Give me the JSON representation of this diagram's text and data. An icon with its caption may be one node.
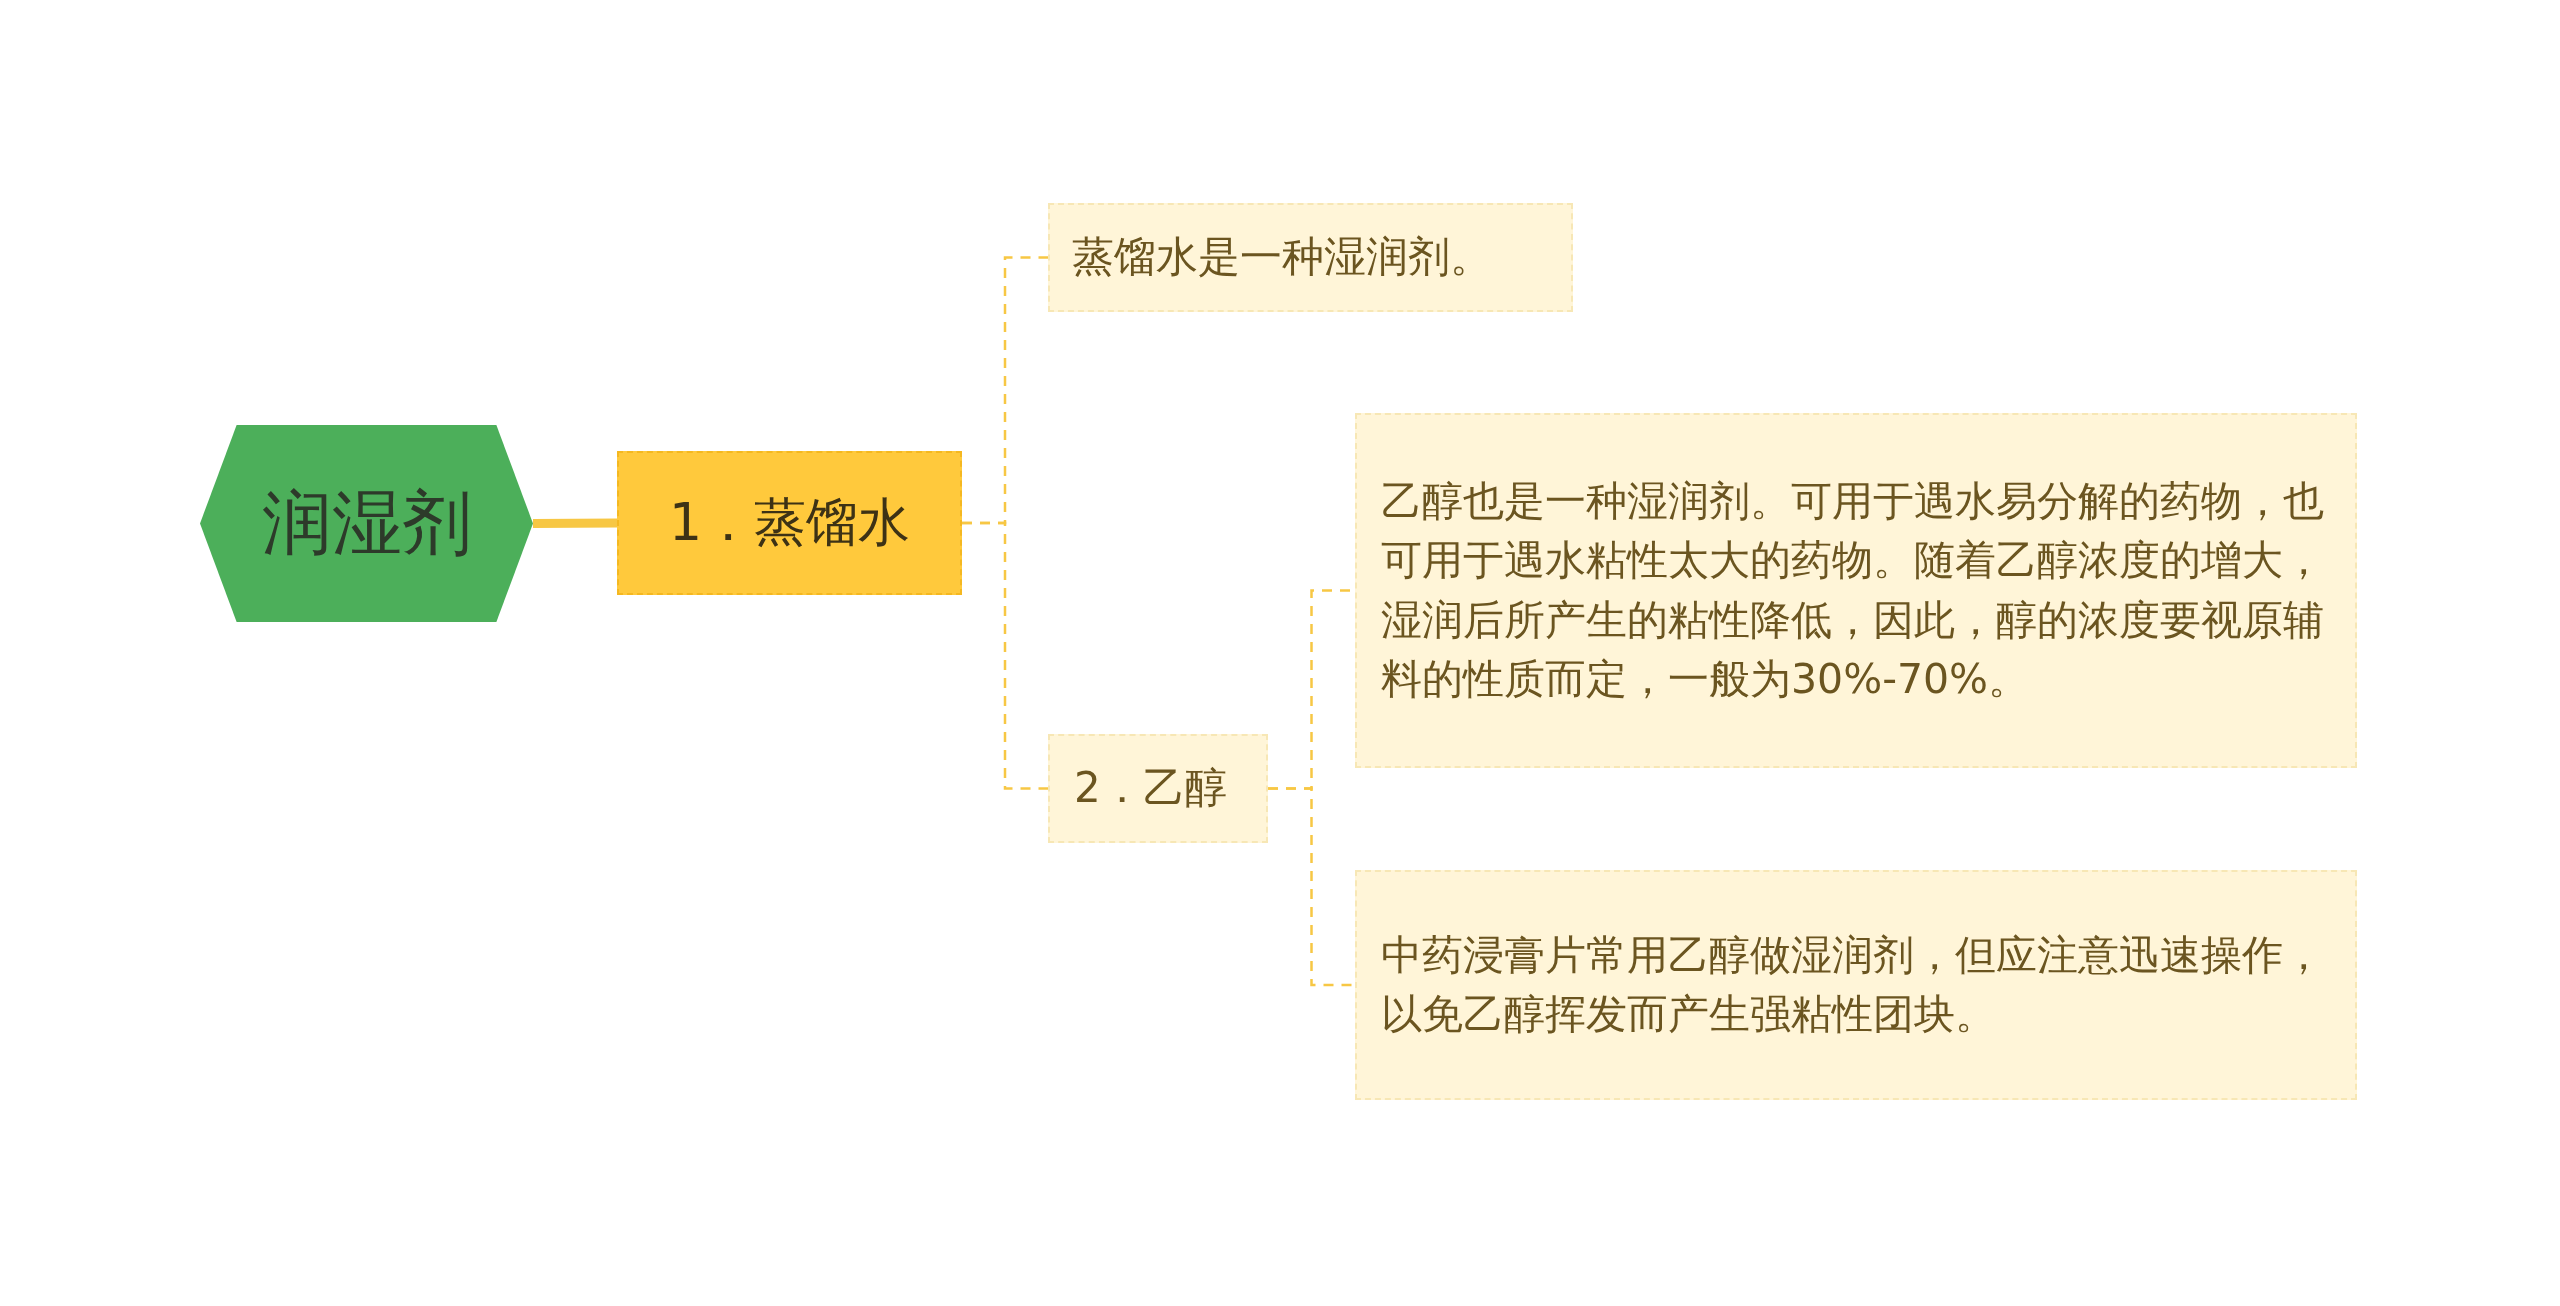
{
  "diagram": {
    "nodes": [
      {
        "text": [
          "润湿剂"
        ]
      },
      {
        "text": [
          "1．蒸馏水"
        ]
      },
      {
        "text": [
          "蒸馏水是一种湿润剂。"
        ]
      },
      {
        "text": [
          "2．乙醇"
        ]
      },
      {
        "text": [
          "乙醇也是一种湿润剂。可用于遇水易分解的药物，也可用于遇水粘性太大的药物。随着乙醇浓度的增大，湿润后所产生的粘性降低，因此，醇的浓度要视原辅料的性质而定，一般为30%-70%。"
        ]
      },
      {
        "text": [
          "中药浸膏片常用乙醇做湿润剂，但应注意迅速操作，以免乙醇挥发而产生强粘性团块。"
        ]
      }
    ],
    "edges": [
      {
        "from": 0,
        "to": 1,
        "arrow": "none",
        "style": "thick"
      },
      {
        "from": 1,
        "to": 2,
        "arrow": "none",
        "style": "dashed"
      },
      {
        "from": 1,
        "to": 3,
        "arrow": "none",
        "style": "dashed"
      },
      {
        "from": 3,
        "to": 4,
        "arrow": "none",
        "style": "dashed"
      },
      {
        "from": 3,
        "to": 5,
        "arrow": "none",
        "style": "dashed"
      }
    ]
  }
}
